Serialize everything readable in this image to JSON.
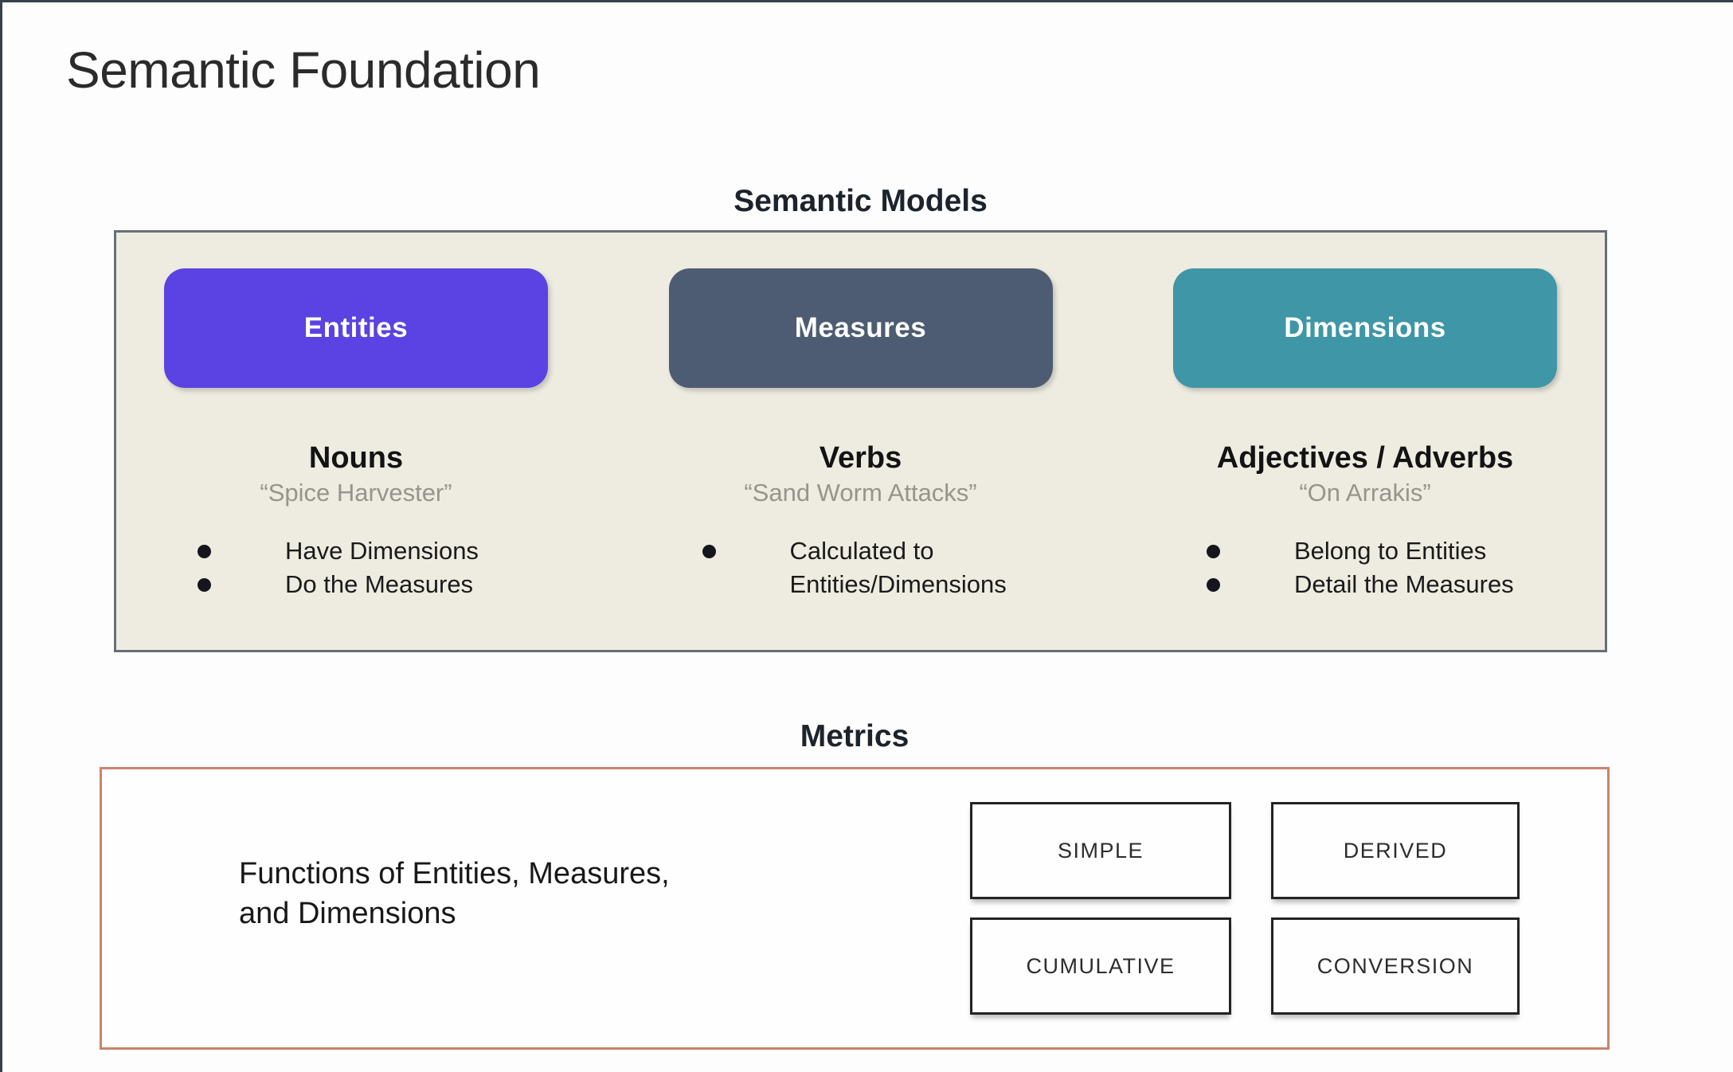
{
  "page": {
    "title": "Semantic Foundation"
  },
  "semantic_models": {
    "title": "Semantic Models",
    "panel_bg": "#eeebe0",
    "panel_border": "#666e78",
    "columns": [
      {
        "button": "Entities",
        "button_color": "#5a43e2",
        "heading": "Nouns",
        "quote": "“Spice Harvester”",
        "bullets": [
          "Have Dimensions",
          "Do the Measures"
        ]
      },
      {
        "button": "Measures",
        "button_color": "#4d5c72",
        "heading": "Verbs",
        "quote": "“Sand Worm Attacks”",
        "bullets": [
          "Calculated to Entities/Dimensions"
        ]
      },
      {
        "button": "Dimensions",
        "button_color": "#3f96a6",
        "heading": "Adjectives / Adverbs",
        "quote": "“On Arrakis”",
        "bullets": [
          "Belong to Entities",
          "Detail the Measures"
        ]
      }
    ]
  },
  "metrics": {
    "title": "Metrics",
    "border_color": "#ca846b",
    "description": "Functions of Entities, Measures,\nand Dimensions",
    "types": [
      "SIMPLE",
      "DERIVED",
      "CUMULATIVE",
      "CONVERSION"
    ]
  }
}
